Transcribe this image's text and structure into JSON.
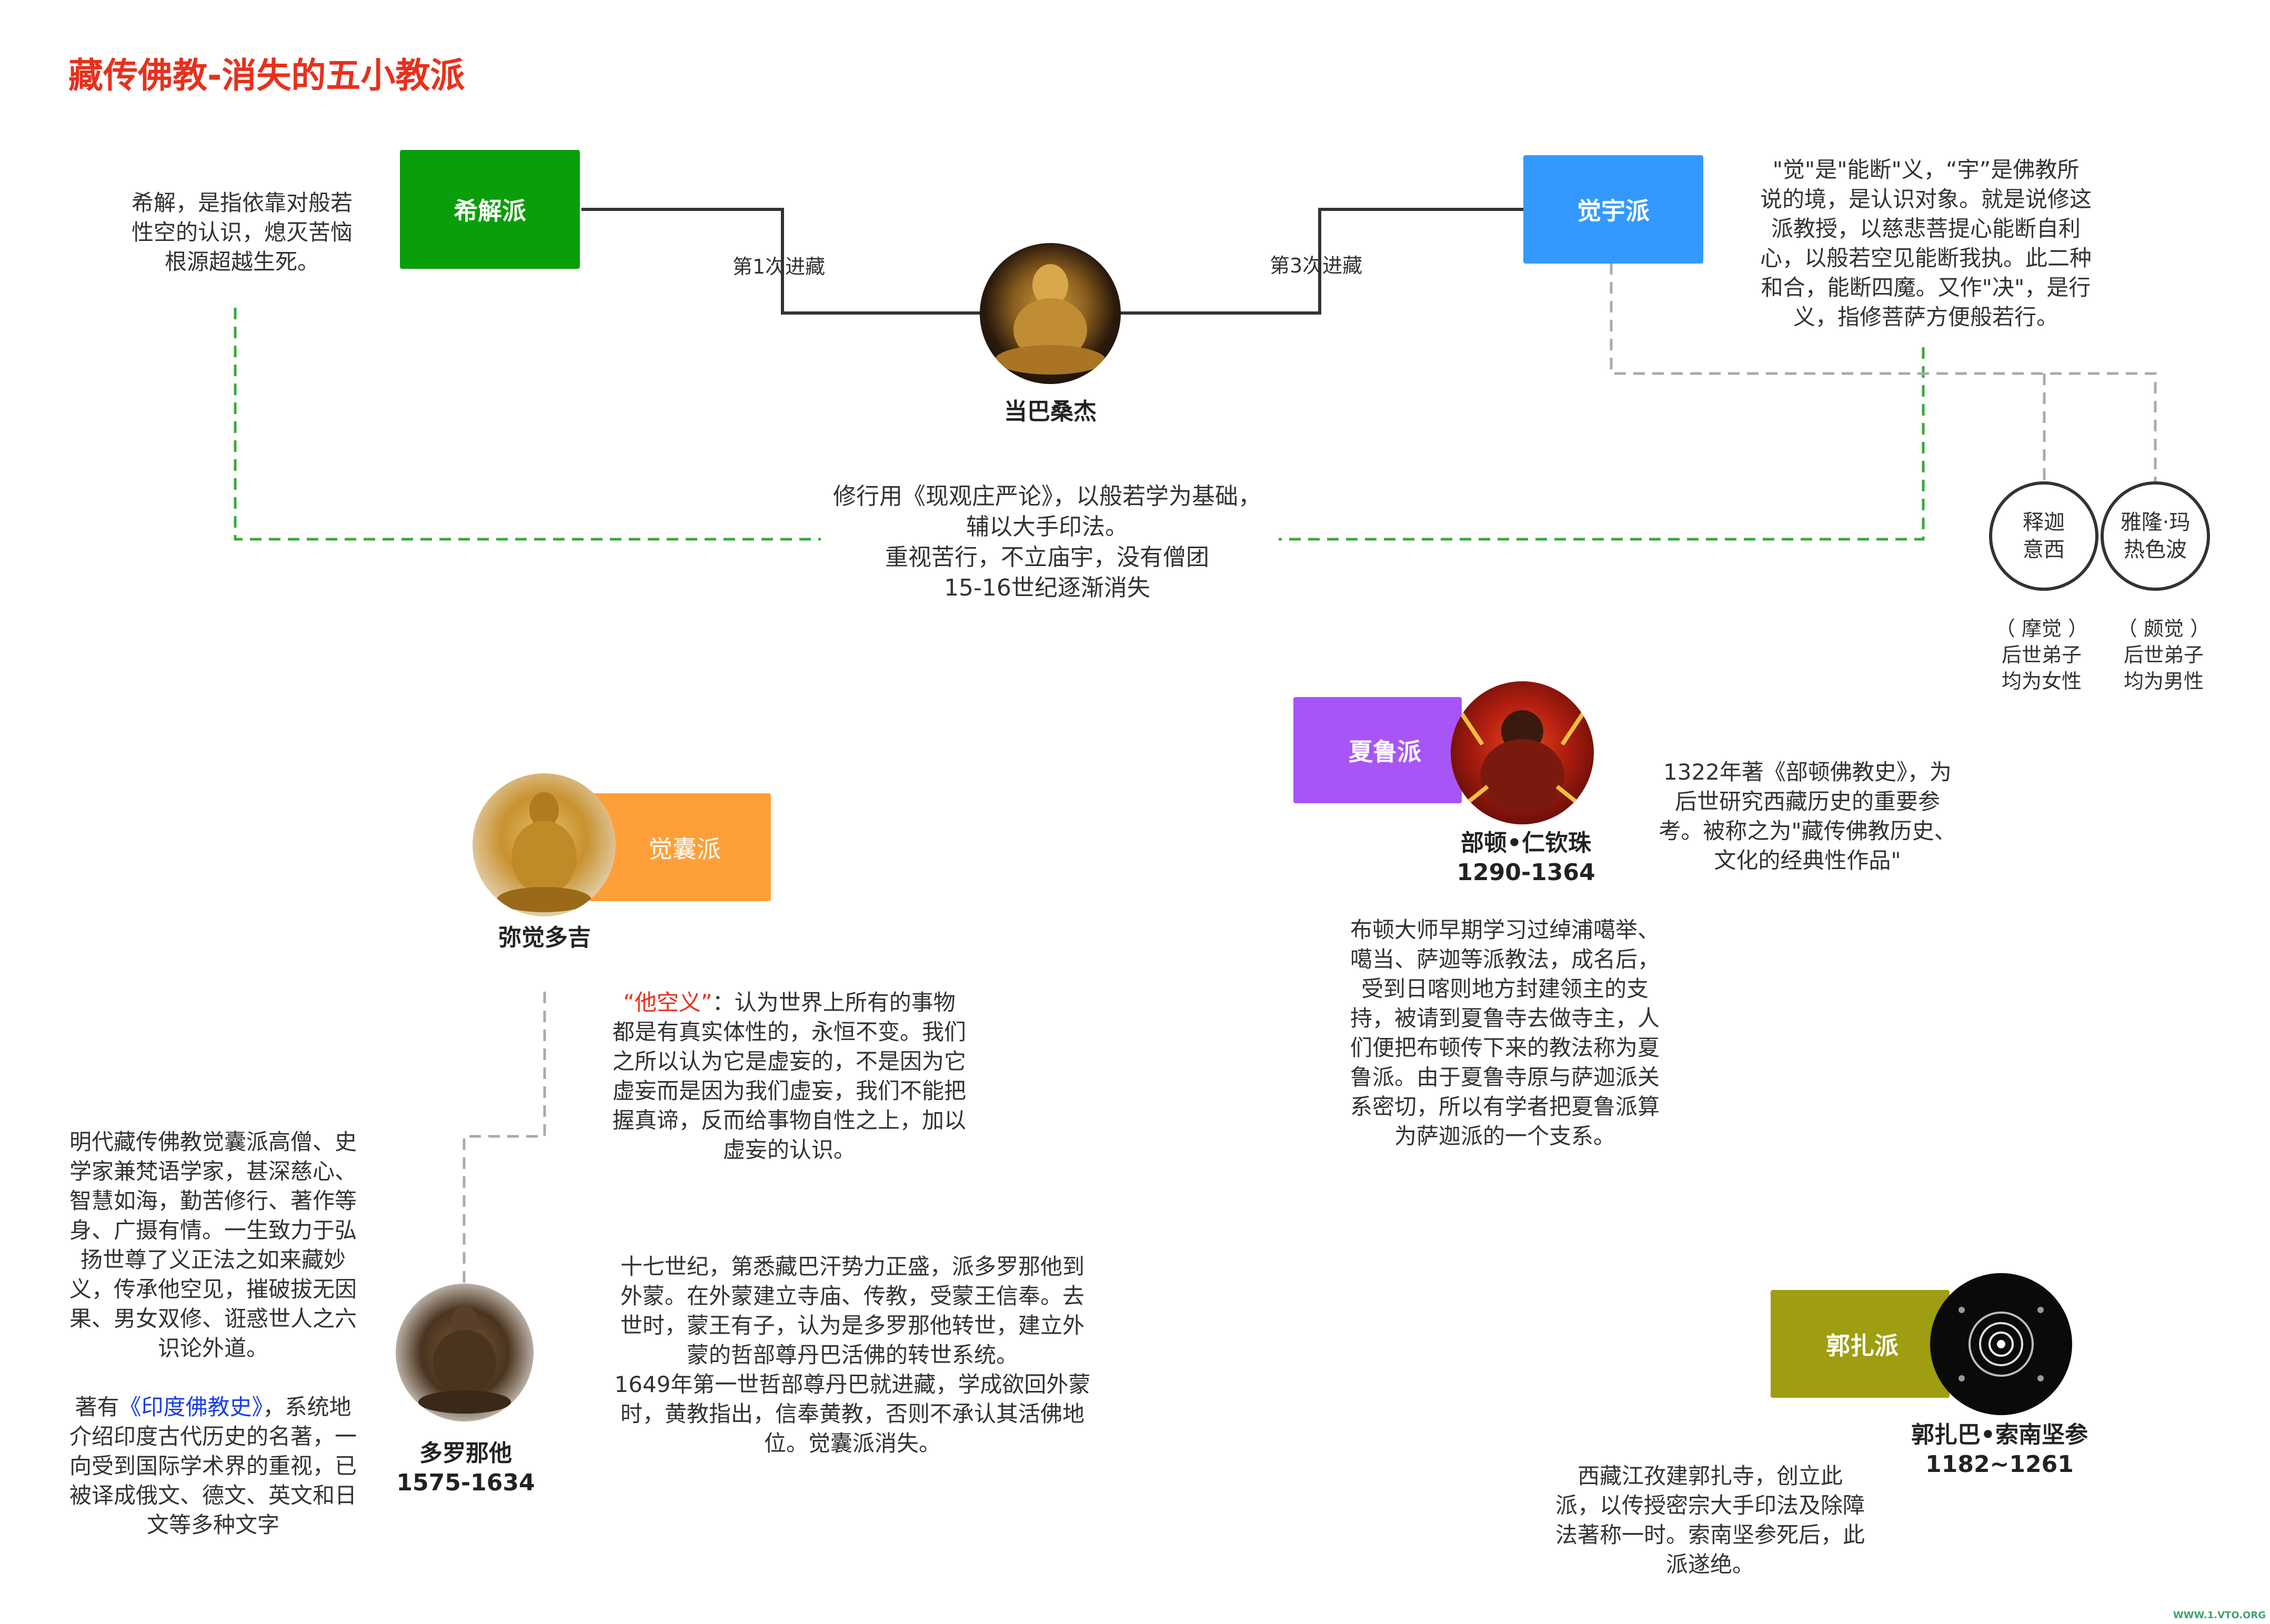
{
  "title": "藏传佛教-消失的五小教派",
  "founder": {
    "name": "当巴桑杰",
    "left_edge": "第1次进藏",
    "right_edge": "第3次进藏",
    "common_desc": [
      "修行用《现观庄严论》，以般若学为基础，",
      "辅以大手印法。",
      "重视苦行，不立庙宇，没有僧团",
      "15-16世纪逐渐消失"
    ]
  },
  "xijie": {
    "label": "希解派",
    "color": "#0a9e0a",
    "desc": [
      "希解，是指依靠对般若",
      "性空的认识，熄灭苦恼",
      "根源超越生死。"
    ]
  },
  "jueyu": {
    "label": "觉宇派",
    "color": "#3399ff",
    "desc": [
      "\"觉\"是\"能断\"义，“宇”是佛教所",
      "说的境，是认识对象。就是说修这",
      "派教授，以慈悲菩提心能断自利",
      "心，以般若空见能断我执。此二种",
      "和合，能断四魔。又作\"决\"，是行",
      "义，指修菩萨方便般若行。"
    ],
    "disciples": [
      {
        "name": [
          "释迦",
          "意西"
        ],
        "note": [
          "（ 摩觉 ）",
          "后世弟子",
          "均为女性"
        ]
      },
      {
        "name": [
          "雅隆·玛",
          "热色波"
        ],
        "note": [
          "（ 颇觉 ）",
          "后世弟子",
          "均为男性"
        ]
      }
    ]
  },
  "xialu": {
    "label": "夏鲁派",
    "color": "#a855f7",
    "person": "部顿•仁钦珠",
    "years": "1290-1364",
    "work": [
      "1322年著《部顿佛教史》，为",
      "后世研究西藏历史的重要参",
      "考。被称之为\"藏传佛教历史、",
      "文化的经典性作品\""
    ],
    "desc": [
      "布顿大师早期学习过绰浦噶举、",
      "噶当、萨迦等派教法，成名后，",
      "受到日喀则地方封建领主的支",
      "持，被请到夏鲁寺去做寺主，人",
      "们便把布顿传下来的教法称为夏",
      "鲁派。由于夏鲁寺原与萨迦派关",
      "系密切，所以有学者把夏鲁派算",
      "为萨迦派的一个支系。"
    ]
  },
  "juenang": {
    "label": "觉囊派",
    "color": "#ff9f3a",
    "founder": "弥觉多吉",
    "tako_term": "“他空义”",
    "tako_colon": "：",
    "tako_desc": [
      "认为世界上所有的事物",
      "都是有真实体性的，永恒不变。我们",
      "之所以认为它是虚妄的，不是因为它",
      "虚妄而是因为我们虚妄，我们不能把",
      "握真谛，反而给事物自性之上，加以",
      "虚妄的认识。"
    ],
    "person": "多罗那他",
    "years": "1575-1634",
    "bio": [
      "明代藏传佛教觉囊派高僧、史",
      "学家兼梵语学家，甚深慈心、",
      "智慧如海，勤苦修行、著作等",
      "身、广摄有情。一生致力于弘",
      "扬世尊了义正法之如来藏妙",
      "义，传承他空见，摧破拔无因",
      "果、男女双修、诳惑世人之六",
      "识论外道。"
    ],
    "book_prefix": "著有",
    "book": "《印度佛教史》",
    "book_suffix": "，系统地",
    "book_rest": [
      "介绍印度古代历史的名著，一",
      "向受到国际学术界的重视，已",
      "被译成俄文、德文、英文和日",
      "文等多种文字"
    ],
    "history": [
      "十七世纪，第悉藏巴汗势力正盛，派多罗那他到",
      "外蒙。在外蒙建立寺庙、传教，受蒙王信奉。去",
      "世时，蒙王有子，认为是多罗那他转世，建立外",
      "蒙的哲部尊丹巴活佛的转世系统。",
      "1649年第一世哲部尊丹巴就进藏，学成欲回外蒙",
      "时，黄教指出，信奉黄教，否则不承认其活佛地",
      "位。觉囊派消失。"
    ]
  },
  "guozha": {
    "label": "郭扎派",
    "color": "#9e9e10",
    "person": "郭扎巴•索南坚参",
    "years": "1182~1261",
    "desc": [
      "西藏江孜建郭扎寺，创立此",
      "派，以传授密宗大手印法及除障",
      "法著称一时。索南坚参死后，此",
      "派遂绝。"
    ]
  },
  "watermark": "WWW.1.VTO.ORG"
}
